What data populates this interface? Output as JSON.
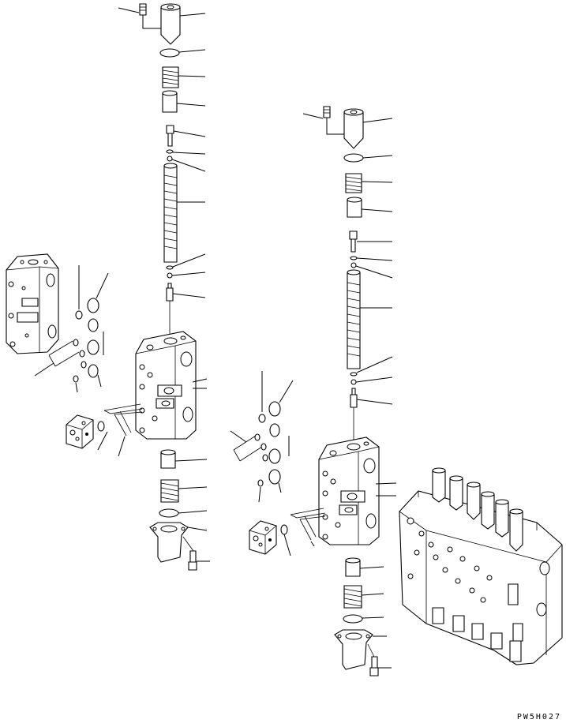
{
  "drawing": {
    "code": "PW5H027",
    "views": [
      {
        "id": "left-valve-section",
        "parts": [
          "bolt",
          "cap",
          "o-ring",
          "spring",
          "retainer",
          "plunger",
          "small-ring",
          "spool",
          "valve-body",
          "stopper",
          "seat",
          "plate",
          "bolt"
        ]
      },
      {
        "id": "right-valve-section",
        "parts": [
          "bolt",
          "cap",
          "o-ring",
          "spring",
          "retainer",
          "plunger",
          "small-ring",
          "spool",
          "valve-body",
          "stopper",
          "seat",
          "plate",
          "bolt"
        ]
      },
      {
        "id": "assembled-control-valve"
      }
    ]
  }
}
